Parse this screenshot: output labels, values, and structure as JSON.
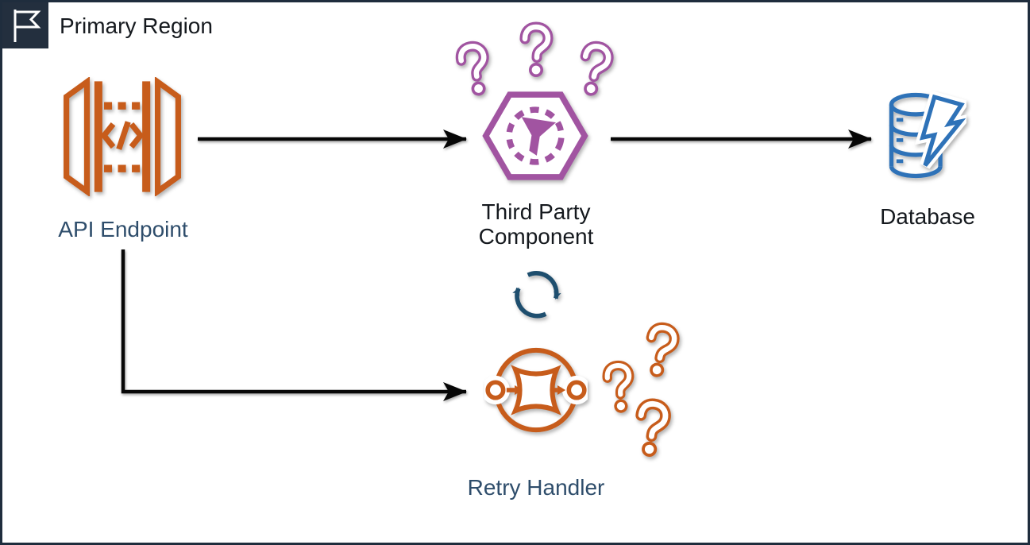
{
  "title": {
    "label": "Primary Region"
  },
  "nodes": {
    "api_endpoint": {
      "label": "API Endpoint"
    },
    "third_party": {
      "label": "Third Party Component"
    },
    "database": {
      "label": "Database"
    },
    "retry_handler": {
      "label": "Retry Handler"
    }
  },
  "edges": [
    {
      "from": "API Endpoint",
      "to": "Third Party Component"
    },
    {
      "from": "Third Party Component",
      "to": "Database"
    },
    {
      "from": "API Endpoint",
      "to": "Retry Handler"
    }
  ],
  "decorations": {
    "third_party_uncertainty": "three question marks",
    "retry_uncertainty": "three question marks",
    "retry_cycle": "sync arrows"
  },
  "colors": {
    "region_border": "#1F2D3D",
    "badge_background": "#232F3E",
    "api_orange": "#C75C1B",
    "third_party_purple": "#A154A1",
    "database_blue": "#2E72B8",
    "sync_teal": "#1E4E6E",
    "arrow_black": "#070707",
    "label_dark": "#15191E",
    "label_blue": "#2E4D6B"
  }
}
